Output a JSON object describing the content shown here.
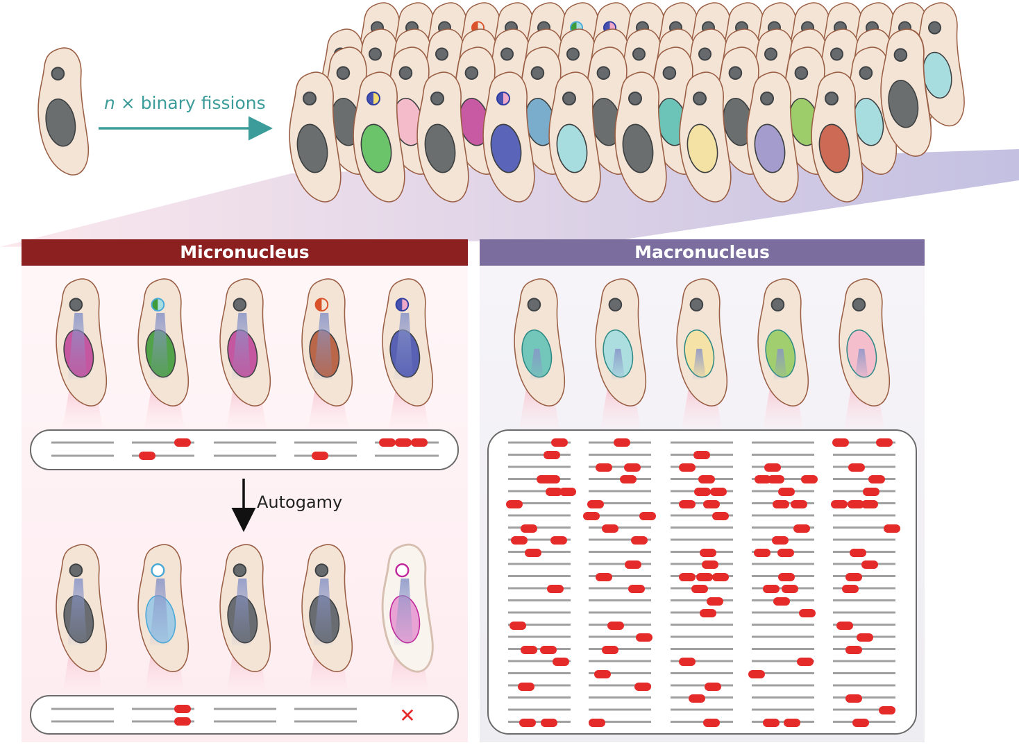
{
  "labels": {
    "fission_n": "n",
    "fission_rest": " × binary fissions",
    "micronucleus": "Micronucleus",
    "macronucleus": "Macronucleus",
    "autogamy": "Autogamy"
  },
  "colors": {
    "micronucleus_banner": "#8c1f1f",
    "macronucleus_banner": "#7b6e9f",
    "cell_fill": "#f3e4d6",
    "cell_stroke": "#9a5f45",
    "micronucleus": "#666a6c",
    "default_macronucleus": "#6b6e6e",
    "arrow_teal": "#3c9c9a",
    "mutation_mark": "#e52a2a",
    "chromosome_line": "#a0a0a0"
  },
  "micronucleus_panel": {
    "before_autogamy": [
      {
        "macronucleus_color": "#c0479a",
        "micronucleus_marker": "grey"
      },
      {
        "macronucleus_color": "#3f9a3a",
        "micronucleus_marker": "green-cyan"
      },
      {
        "macronucleus_color": "#c0479a",
        "micronucleus_marker": "grey"
      },
      {
        "macronucleus_color": "#b2583a",
        "micronucleus_marker": "orange-half"
      },
      {
        "macronucleus_color": "#4752b0",
        "micronucleus_marker": "blue-pink"
      }
    ],
    "after_autogamy": [
      {
        "macronucleus_color": "#5a5f66",
        "micronucleus_marker": "grey",
        "viable": true
      },
      {
        "macronucleus_color": "#9ac6e6",
        "micronucleus_marker": "cyan-ring",
        "viable": true
      },
      {
        "macronucleus_color": "#5a5f66",
        "micronucleus_marker": "grey",
        "viable": true
      },
      {
        "macronucleus_color": "#5a5f66",
        "micronucleus_marker": "grey",
        "viable": true
      },
      {
        "macronucleus_color": "#e69ad0",
        "micronucleus_marker": "magenta-ring",
        "viable": false
      }
    ],
    "after_autogamy_lethal_symbol": "✕"
  },
  "macronucleus_panel": {
    "cells": [
      {
        "macronucleus_color": "#6cc4b8"
      },
      {
        "macronucleus_color": "#a8dde0"
      },
      {
        "macronucleus_color": "#f4e2a4"
      },
      {
        "macronucleus_color": "#9ccd6a"
      },
      {
        "macronucleus_color": "#f4bccb"
      }
    ]
  }
}
